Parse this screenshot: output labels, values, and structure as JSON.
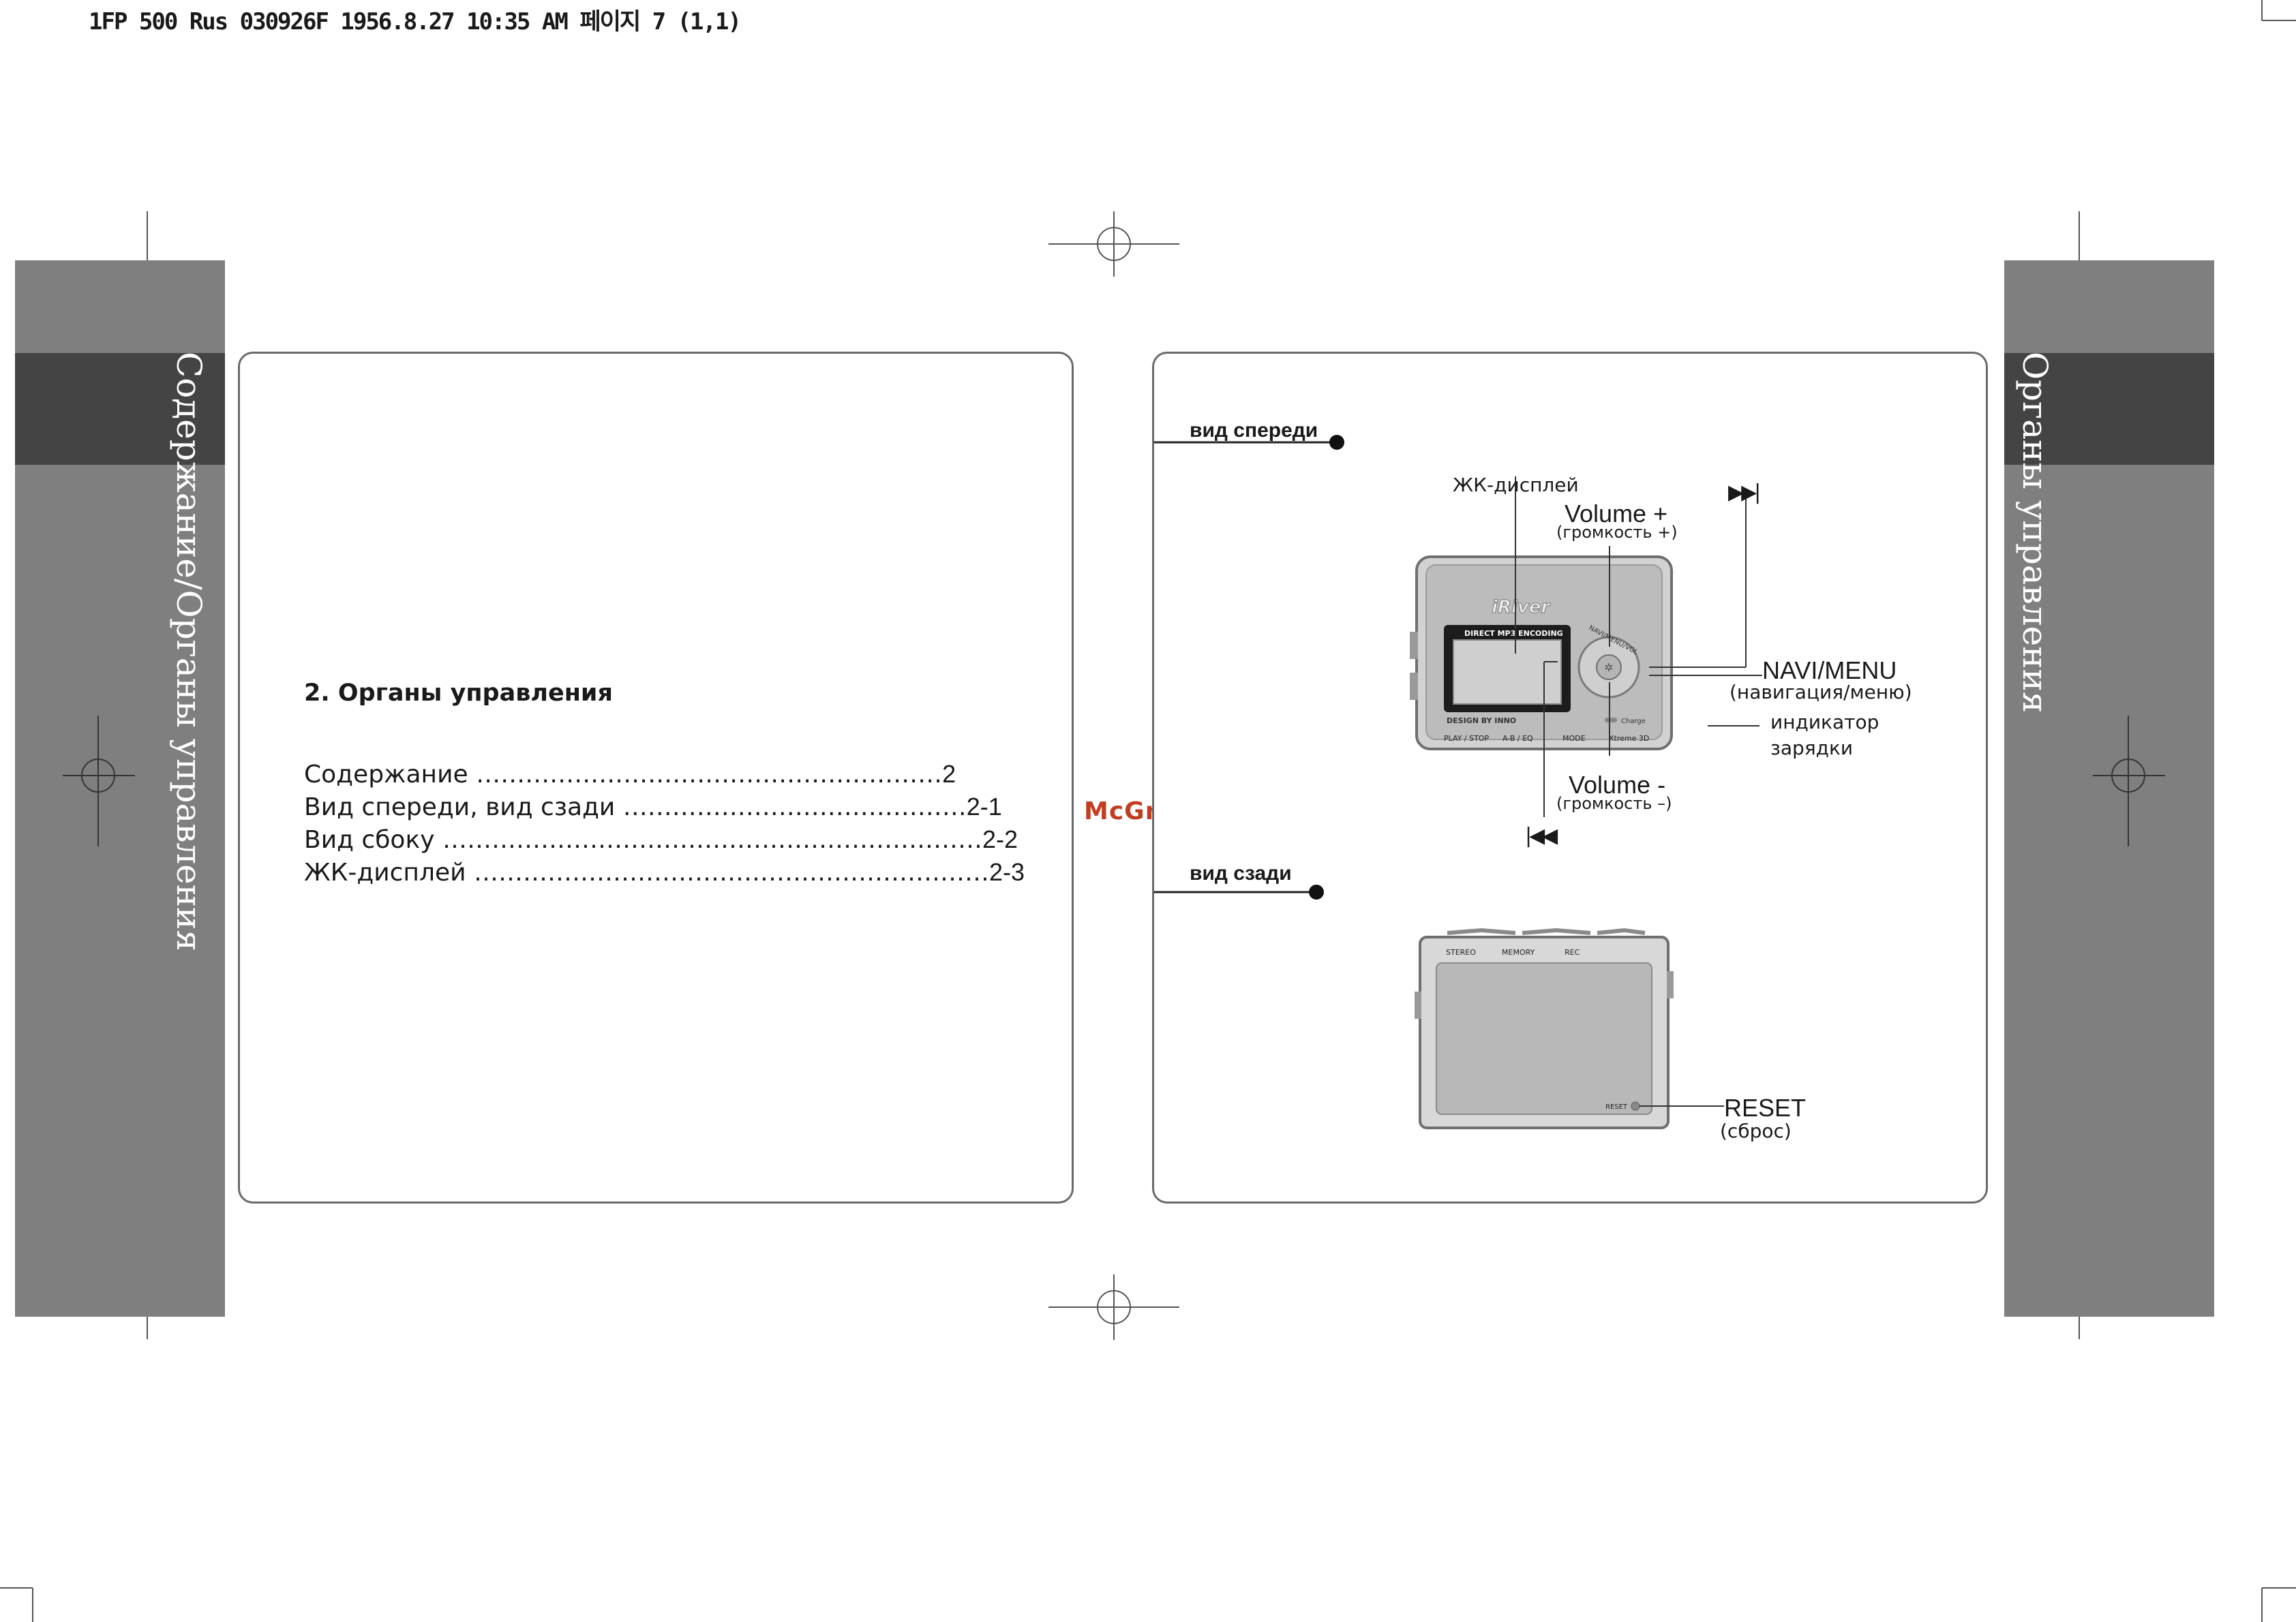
{
  "header": {
    "slug": "1FP 500 Rus 030926F 1956.8.27 10:35 AM 페이지 7 (1,1)"
  },
  "left_tab": {
    "title": "Содержание/Органы управления"
  },
  "right_tab": {
    "title": "Органы управления"
  },
  "toc": {
    "heading": "2. Органы управления",
    "entries": [
      {
        "label": "Содержание",
        "leader": "…………………………………………………",
        "page": "2"
      },
      {
        "label": "Вид спереди, вид сзади",
        "leader": "……………………………………",
        "page": "2-1"
      },
      {
        "label": "Вид сбоку",
        "leader": "…………………………………………………………",
        "page": "2-2"
      },
      {
        "label": "ЖК-дисплей",
        "leader": "………………………………………………………",
        "page": "2-3"
      }
    ]
  },
  "front_view": {
    "label": "вид спереди",
    "lcd_label": "ЖК-дисплей",
    "vol_plus": "Volume +",
    "vol_plus_ru": "(громкость +)",
    "next_icon": "next-track-icon",
    "navi": "NAVI/MENU",
    "navi_ru": "(навигация/меню)",
    "charge_ind_1": "индикатор",
    "charge_ind_2": "зарядки",
    "vol_minus": "Volume -",
    "vol_minus_ru": "(громкость –)",
    "prev_icon": "prev-track-icon",
    "device": {
      "brand": "iRiver",
      "lcd_caption": "DIRECT MP3 ENCODING",
      "dial_caption": "NAVI/MENU/VOL",
      "design": "DESIGN BY INNO",
      "charge": "Charge",
      "buttons": [
        "PLAY / STOP",
        "A-B / EQ",
        "MODE",
        "Xtreme 3D"
      ]
    }
  },
  "rear_view": {
    "label": "вид сзади",
    "reset": "RESET",
    "reset_ru": "(сброс)",
    "device": {
      "labels": [
        "STEREO",
        "MEMORY",
        "REC"
      ],
      "reset_small": "RESET"
    }
  },
  "watermark": "McGrp.Ru",
  "colors": {
    "tab_light": "#7f7f7f",
    "tab_dark": "#444444",
    "watermark": "#c33d20"
  }
}
